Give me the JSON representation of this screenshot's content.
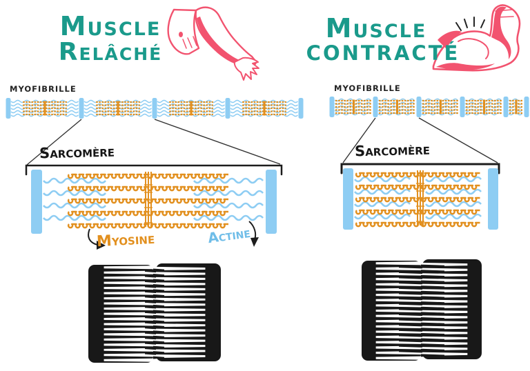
{
  "colors": {
    "teal": "#1a9a8b",
    "pink": "#f2536f",
    "orange": "#e2901f",
    "blue": "#8ecdf3",
    "blue_label": "#6fbde8",
    "ink": "#1c1c1c",
    "comb_black": "#181818"
  },
  "left_panel": {
    "title_line1": "Muscle",
    "title_line2": "Relâché",
    "arm_icon": "relaxed-arm-icon",
    "myofibrille_label": "MYOFIBRILLE",
    "sarcomere_label": "Sarcomère",
    "sarcomere_count": 4,
    "myosin_label": "Myosine",
    "actin_label": "Actine"
  },
  "right_panel": {
    "title_line1": "Muscle",
    "title_line2": "CONTRACTÉ",
    "arm_icon": "flexed-biceps-icon",
    "myofibrille_label": "MYOFIBRILLE",
    "sarcomere_label": "Sarcomère",
    "sarcomere_count": 5
  }
}
